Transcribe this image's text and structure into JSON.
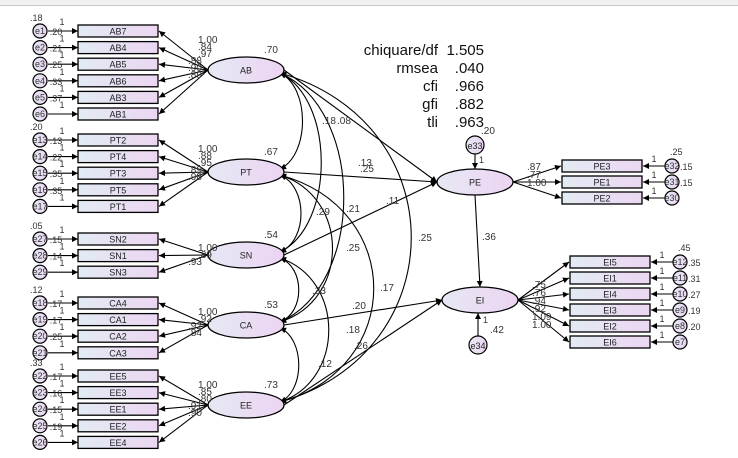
{
  "fit_indices": [
    {
      "name": "chiquare/df",
      "value": "1.505"
    },
    {
      "name": "rmsea",
      "value": ".040"
    },
    {
      "name": "cfi",
      "value": ".966"
    },
    {
      "name": "gfi",
      "value": ".882"
    },
    {
      "name": "tli",
      "value": ".963"
    }
  ],
  "latents": [
    {
      "id": "AB",
      "variance": ".70"
    },
    {
      "id": "PT",
      "variance": ".67"
    },
    {
      "id": "SN",
      "variance": ".54"
    },
    {
      "id": "CA",
      "variance": ".53"
    },
    {
      "id": "EE",
      "variance": ".73"
    },
    {
      "id": "PE",
      "error": "e33",
      "error_variance": ".20",
      "error_path": "1"
    },
    {
      "id": "EI",
      "error": "e34",
      "error_variance": ".42",
      "error_path": "1"
    }
  ],
  "left_blocks": [
    {
      "latent": "AB",
      "top_variance": ".18",
      "items": [
        {
          "name": "AB7",
          "error": "e1",
          "err_var": ".20",
          "loading": "1.00"
        },
        {
          "name": "AB4",
          "error": "e2",
          "err_var": ".21",
          "loading": ".84"
        },
        {
          "name": "AB5",
          "error": "e3",
          "err_var": ".25",
          "loading": ".97"
        },
        {
          "name": "AB6",
          "error": "e4",
          "err_var": ".33",
          "loading": ".88"
        },
        {
          "name": "AB3",
          "error": "e5",
          "err_var": ".37",
          "loading": ".90"
        },
        {
          "name": "AB1",
          "error": "e6",
          "err_var": "",
          "loading": ".89"
        }
      ]
    },
    {
      "latent": "PT",
      "top_variance": ".20",
      "items": [
        {
          "name": "PT2",
          "error": "e13",
          "err_var": ".13",
          "loading": "1.00"
        },
        {
          "name": "PT4",
          "error": "e14",
          "err_var": ".22",
          "loading": ".88"
        },
        {
          "name": "PT3",
          "error": "e15",
          "err_var": ".35",
          "loading": ".95"
        },
        {
          "name": "PT5",
          "error": "e16",
          "err_var": ".35",
          "loading": ".89"
        },
        {
          "name": "PT1",
          "error": "e17",
          "err_var": "",
          "loading": ".98"
        }
      ]
    },
    {
      "latent": "SN",
      "top_variance": ".05",
      "items": [
        {
          "name": "SN2",
          "error": "e27",
          "err_var": ".15",
          "loading": "1.00"
        },
        {
          "name": "SN1",
          "error": "e28",
          "err_var": ".14",
          "loading": ".89"
        },
        {
          "name": "SN3",
          "error": "e29",
          "err_var": "",
          "loading": ".93"
        }
      ]
    },
    {
      "latent": "CA",
      "top_variance": ".12",
      "items": [
        {
          "name": "CA4",
          "error": "e18",
          "err_var": ".17",
          "loading": "1.00"
        },
        {
          "name": "CA1",
          "error": "e19",
          "err_var": ".17",
          "loading": ".92"
        },
        {
          "name": "CA2",
          "error": "e20",
          "err_var": ".25",
          "loading": ".92"
        },
        {
          "name": "CA3",
          "error": "e21",
          "err_var": "",
          "loading": ".84"
        }
      ]
    },
    {
      "latent": "EE",
      "top_variance": ".33",
      "items": [
        {
          "name": "EE5",
          "error": "e22",
          "err_var": ".17",
          "loading": "1.00"
        },
        {
          "name": "EE3",
          "error": "e23",
          "err_var": ".16",
          "loading": ".85"
        },
        {
          "name": "EE1",
          "error": "e24",
          "err_var": ".15",
          "loading": ".80"
        },
        {
          "name": "EE2",
          "error": "e25",
          "err_var": ".19",
          "loading": ".91"
        },
        {
          "name": "EE4",
          "error": "e26",
          "err_var": "",
          "loading": ".90"
        }
      ]
    }
  ],
  "right_blocks": [
    {
      "latent": "PE",
      "items": [
        {
          "name": "PE3",
          "error": "e32",
          "err_var": ".15",
          "loading": ".87",
          "fixed": "1"
        },
        {
          "name": "PE1",
          "error": "e31",
          "err_var": ".15",
          "loading": ".77",
          "fixed": "1"
        },
        {
          "name": "PE2",
          "error": "e30",
          "err_var": "",
          "loading": "1.00",
          "fixed": "1"
        }
      ],
      "top_variance": ".25"
    },
    {
      "latent": "EI",
      "items": [
        {
          "name": "EI5",
          "error": "e12",
          "err_var": ".35",
          "loading": ".75",
          "fixed": "1"
        },
        {
          "name": "EI1",
          "error": "e11",
          "err_var": ".31",
          "loading": ".76",
          "fixed": "1"
        },
        {
          "name": "EI4",
          "error": "e10",
          "err_var": ".27",
          "loading": ".94",
          "fixed": "1"
        },
        {
          "name": "EI3",
          "error": "e9",
          "err_var": ".19",
          "loading": ".92",
          "fixed": "1"
        },
        {
          "name": "EI2",
          "error": "e8",
          "err_var": ".20",
          "loading": "1.09",
          "fixed": "1"
        },
        {
          "name": "EI6",
          "error": "e7",
          "err_var": "",
          "loading": "1.00",
          "fixed": "1"
        }
      ],
      "top_variance": ".45"
    }
  ],
  "covariances": [
    {
      "from": "AB",
      "to": "PT",
      "value": ".18"
    },
    {
      "from": "AB",
      "to": "SN",
      "value": ".13"
    },
    {
      "from": "AB",
      "to": "CA",
      "value": ".21"
    },
    {
      "from": "AB",
      "to": "EE",
      "value": ".25"
    },
    {
      "from": "PT",
      "to": "SN",
      "value": ".29"
    },
    {
      "from": "PT",
      "to": "CA",
      "value": ".25"
    },
    {
      "from": "PT",
      "to": "EE",
      "value": ".17"
    },
    {
      "from": "SN",
      "to": "CA",
      "value": ".33"
    },
    {
      "from": "SN",
      "to": "EE",
      "value": ".18"
    },
    {
      "from": "CA",
      "to": "EE",
      "value": ".12"
    }
  ],
  "structural_paths": [
    {
      "from": "AB",
      "to": "PE",
      "value": ".08"
    },
    {
      "from": "PT",
      "to": "PE",
      "value": ".25"
    },
    {
      "from": "SN",
      "to": "PE",
      "value": ".11"
    },
    {
      "from": "CA",
      "to": "EI",
      "value": ".20"
    },
    {
      "from": "EE",
      "to": "EI",
      "value": ".26"
    },
    {
      "from": "PE",
      "to": "EI",
      "value": ".36"
    }
  ],
  "colors": {
    "box_fill_start": "#e4ecf4",
    "box_fill_end": "#ead6f0",
    "stroke": "#000000"
  }
}
